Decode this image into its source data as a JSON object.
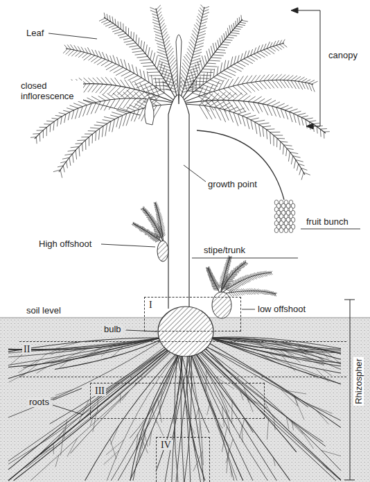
{
  "diagram": {
    "nodes": [
      {
        "text": [
          "I"
        ]
      },
      {
        "text": [
          "II"
        ]
      },
      {
        "text": [
          "III"
        ]
      },
      {
        "text": [
          "IV"
        ]
      }
    ],
    "labels": [
      "Leaf",
      "canopy",
      "closed inflorescence",
      "growth point",
      "fruit bunch",
      "High offshoot",
      "stipe/trunk",
      "soil level",
      "low offshoot",
      "bulb",
      "roots",
      "Rhizospher"
    ]
  }
}
